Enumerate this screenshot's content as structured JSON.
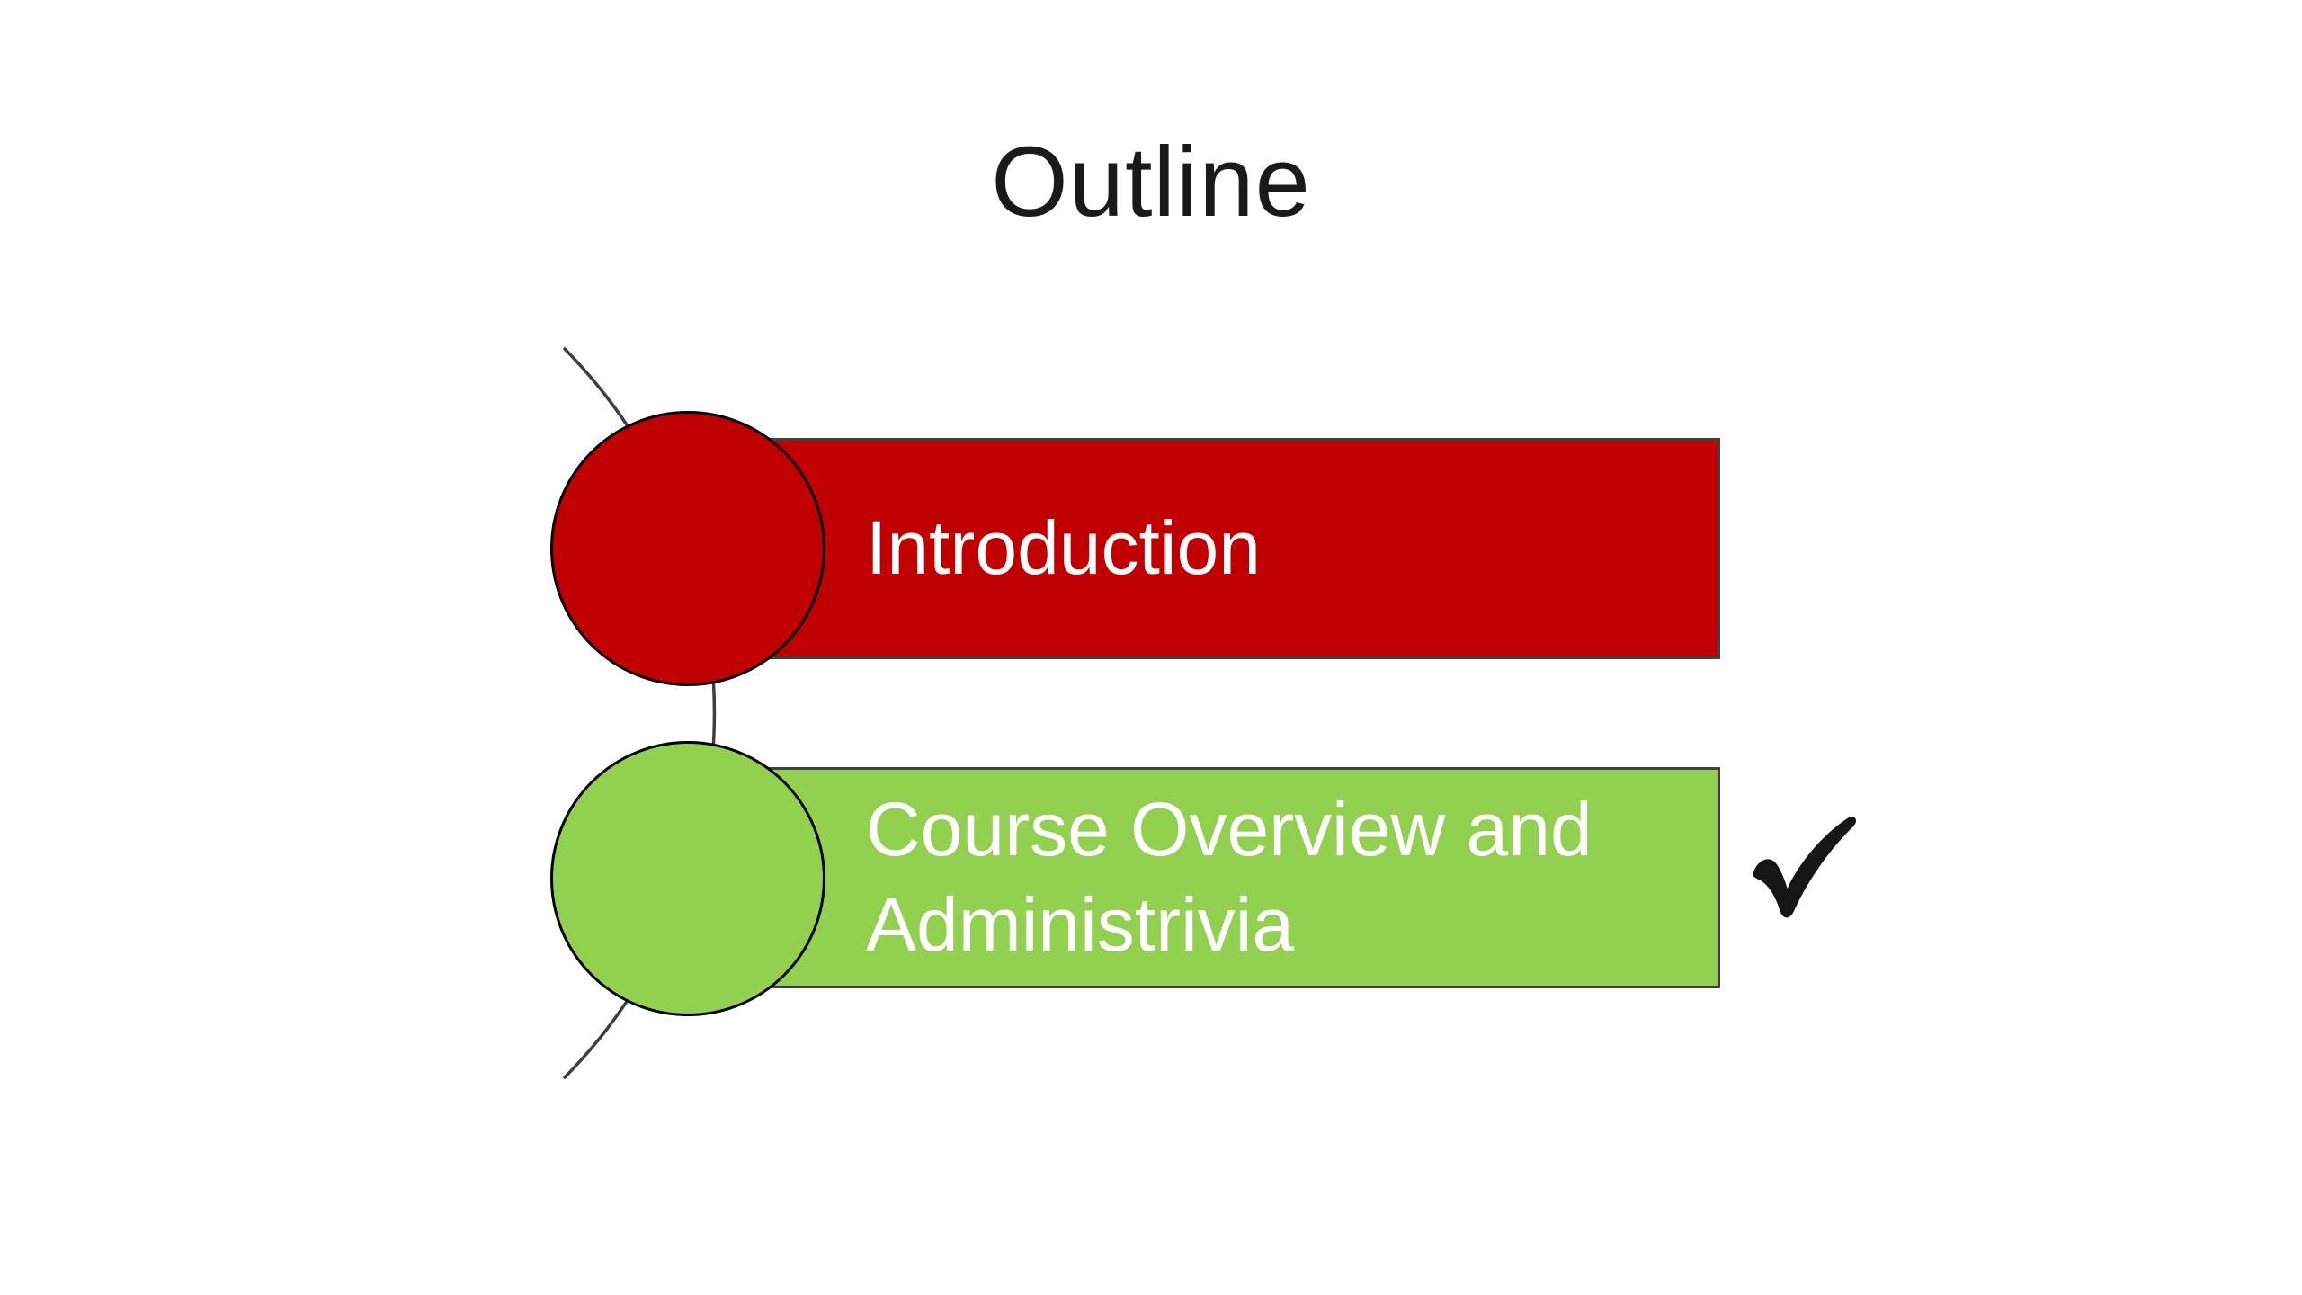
{
  "slide": {
    "title": "Outline",
    "title_color": "#1a1a1a",
    "background_color": "#ffffff",
    "agenda": [
      {
        "label": "Introduction",
        "color": "#c00000",
        "text_color": "#ffffff",
        "checked": false
      },
      {
        "label": "Course Overview and Administrivia",
        "color": "#92d050",
        "text_color": "#ffffff",
        "checked": true
      }
    ],
    "checkmark": {
      "name": "checkmark-icon",
      "color": "#161616"
    },
    "connector": {
      "name": "curve-connector",
      "color": "#3f3f3f"
    }
  }
}
